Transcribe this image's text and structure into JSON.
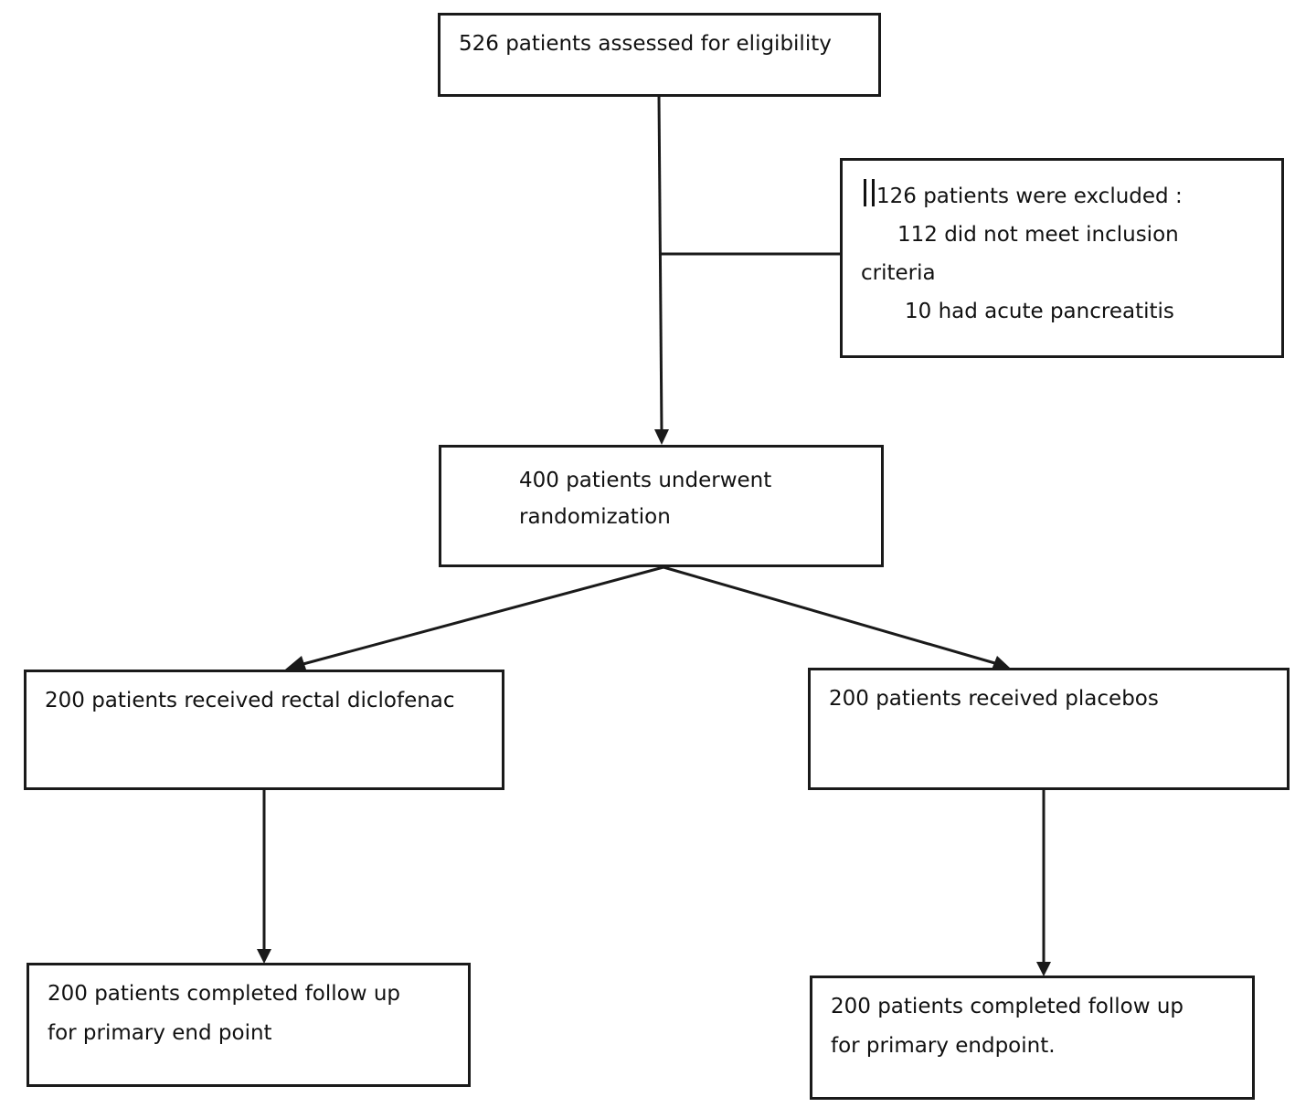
{
  "boxes": {
    "assessed": "526 patients assessed for eligibility",
    "excluded": {
      "heading": "126 patients were excluded :",
      "reason_1_line_1": "112 did not meet inclusion",
      "reason_1_line_2": "criteria",
      "reason_2": "10 had acute pancreatitis"
    },
    "randomized": {
      "line_1": "400 patients underwent",
      "line_2": "randomization"
    },
    "diclofenac": "200 patients received rectal  diclofenac",
    "placebo": "200 patients received  placebos",
    "followup_left": {
      "line_1": "200 patients completed follow up",
      "line_2": "for primary end point"
    },
    "followup_right": {
      "line_1": "200 patients completed follow up",
      "line_2": "for primary endpoint."
    }
  },
  "colors": {
    "stroke": "#1a1a1a",
    "background": "#ffffff"
  }
}
